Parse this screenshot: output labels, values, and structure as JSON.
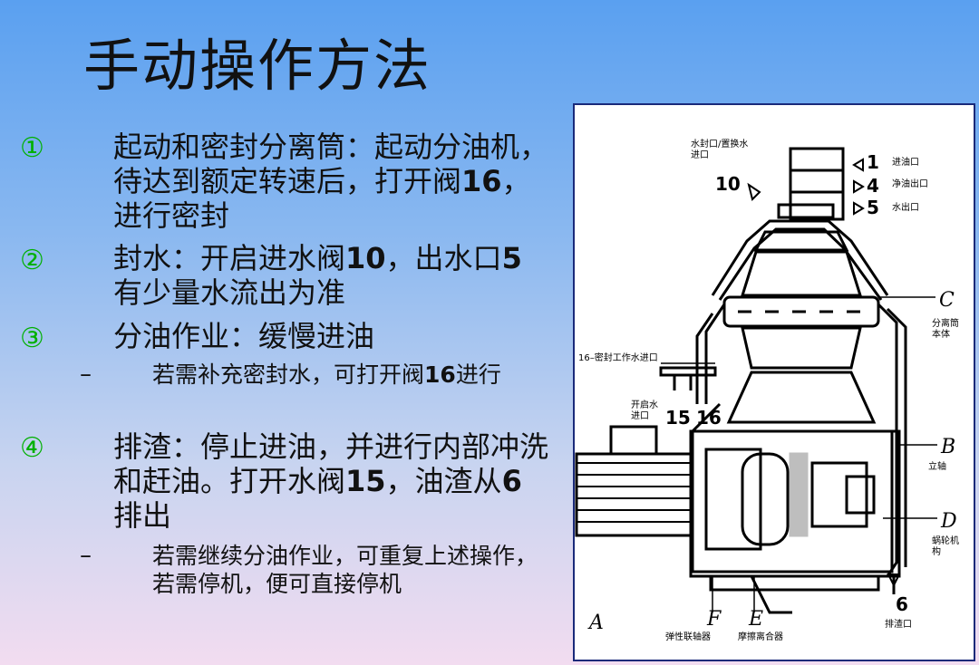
{
  "title": "手动操作方法",
  "steps": [
    {
      "marker": "①",
      "text_a": "起动和密封分离筒：起动分油机，待达到额定转速后，打开阀",
      "num": "16",
      "text_b": "，进行密封"
    },
    {
      "marker": "②",
      "text_a": "封水：开启进水阀",
      "num": "10",
      "text_b": "，出水口",
      "num2": "5",
      "text_c": "有少量水流出为准"
    },
    {
      "marker": "③",
      "text_a": "分油作业：缓慢进油",
      "sub_dash": "–",
      "sub_a": "若需补充密封水，可打开阀",
      "sub_num": "16",
      "sub_b": "进行"
    },
    {
      "marker": "④",
      "text_a": "排渣：停止进油，并进行内部冲洗和赶油。打开水阀",
      "num": "15",
      "text_b": "，油渣从",
      "num2": "6",
      "text_c": "排出",
      "sub_dash": "–",
      "sub_a": "若需继续分油作业，可重复上述操作，若需停机，便可直接停机"
    }
  ],
  "diagram": {
    "labels": {
      "water_seal_in": [
        "水封口/置换水",
        "进口"
      ],
      "n10": "10",
      "n1": "1",
      "n4": "4",
      "n5": "5",
      "oil_in": "进油口",
      "clean_oil_out": "净油出口",
      "water_out": "水出口",
      "C": "C",
      "bowl_body": [
        "分离筒",
        "本体"
      ],
      "seal_water_in": "16–密封工作水进口",
      "open_water_in": [
        "开启水",
        "进口"
      ],
      "n15": "15",
      "n16": "16",
      "B": "B",
      "shaft": "立轴",
      "D": "D",
      "worm": [
        "蜗轮机",
        "构"
      ],
      "A": "A",
      "F": "F",
      "E": "E",
      "n6": "6",
      "coupling": "弹性联轴器",
      "clutch": "摩擦离合器",
      "sludge_out": "排渣口"
    }
  }
}
